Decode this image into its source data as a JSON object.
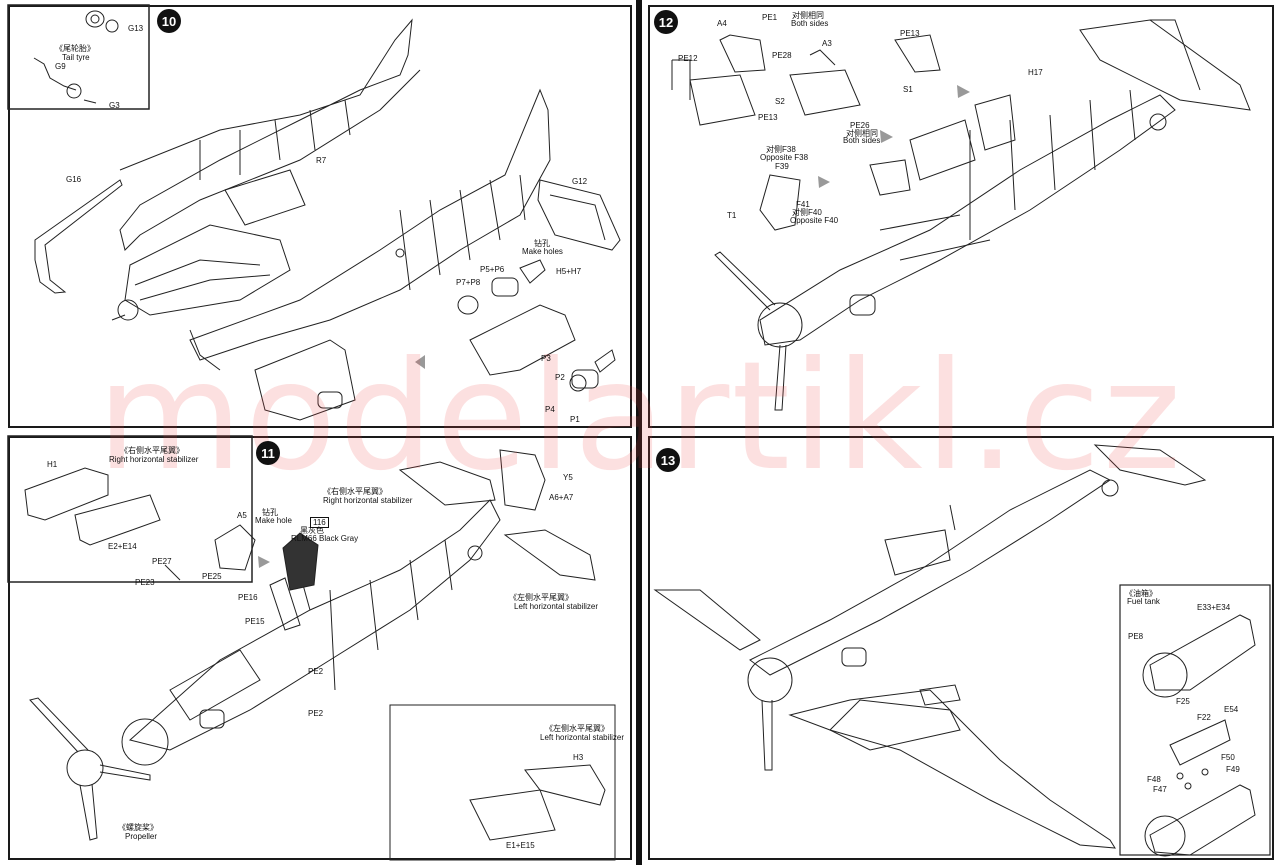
{
  "watermark": "modelartikl.cz",
  "steps": {
    "s10": "10",
    "s11": "11",
    "s12": "12",
    "s13": "13"
  },
  "p10": {
    "tail_tyre_cn": "《尾轮胎》",
    "tail_tyre_en": "Tail tyre",
    "g13": "G13",
    "g9": "G9",
    "g3": "G3",
    "g16": "G16",
    "r7": "R7",
    "g12": "G12",
    "make_holes_cn": "钻孔",
    "make_holes_en": "Make holes",
    "p5p6": "P5+P6",
    "p7p8": "P7+P8",
    "h5h7": "H5+H7",
    "p3": "P3",
    "p2": "P2",
    "p4": "P4",
    "p1": "P1"
  },
  "p11": {
    "rhs_cn": "《右侧水平尾翼》",
    "rhs_en": "Right horizontal stabilizer",
    "h1": "H1",
    "e2e14": "E2+E14",
    "a5": "A5",
    "make_hole_cn": "钻孔",
    "make_hole_en": "Make hole",
    "pe27": "PE27",
    "pe23": "PE23",
    "pe25": "PE25",
    "paint_code": "116",
    "paint_cn": "黑灰色",
    "paint_en": "RLM66 Black Gray",
    "rhs2_cn": "《右侧水平尾翼》",
    "rhs2_en": "Right horizontal stabilizer",
    "y5": "Y5",
    "a6a7": "A6+A7",
    "lhs_cn": "《左侧水平尾翼》",
    "lhs_en": "Left horizontal stabilizer",
    "pe16": "PE16",
    "pe15": "PE15",
    "pe2a": "PE2",
    "pe2b": "PE2",
    "prop_cn": "《螺旋桨》",
    "prop_en": "Propeller",
    "lhs3_cn": "《左侧水平尾翼》",
    "lhs3_en": "Left horizontal stabilizer",
    "h3": "H3",
    "e1e15": "E1+E15"
  },
  "p12": {
    "pe1": "PE1",
    "both_sides_cn": "对侧相同",
    "both_sides_en": "Both sides",
    "a4": "A4",
    "pe12": "PE12",
    "pe28": "PE28",
    "s2": "S2",
    "pe13a": "PE13",
    "a3": "A3",
    "pe26": "PE26",
    "both2_cn": "对侧相同",
    "both2_en": "Both sides",
    "pe13b": "PE13",
    "s1": "S1",
    "h17": "H17",
    "opp38_cn": "对侧F38",
    "opp38_en": "Opposite F38",
    "f39": "F39",
    "f41": "F41",
    "opp40_cn": "对侧F40",
    "opp40_en": "Opposite F40",
    "t1": "T1"
  },
  "p13": {
    "fuel_cn": "《油箱》",
    "fuel_en": "Fuel tank",
    "e33e34": "E33+E34",
    "pe8": "PE8",
    "f25": "F25",
    "f22": "F22",
    "e54": "E54",
    "f50": "F50",
    "f48": "F48",
    "f49": "F49",
    "f47": "F47"
  }
}
